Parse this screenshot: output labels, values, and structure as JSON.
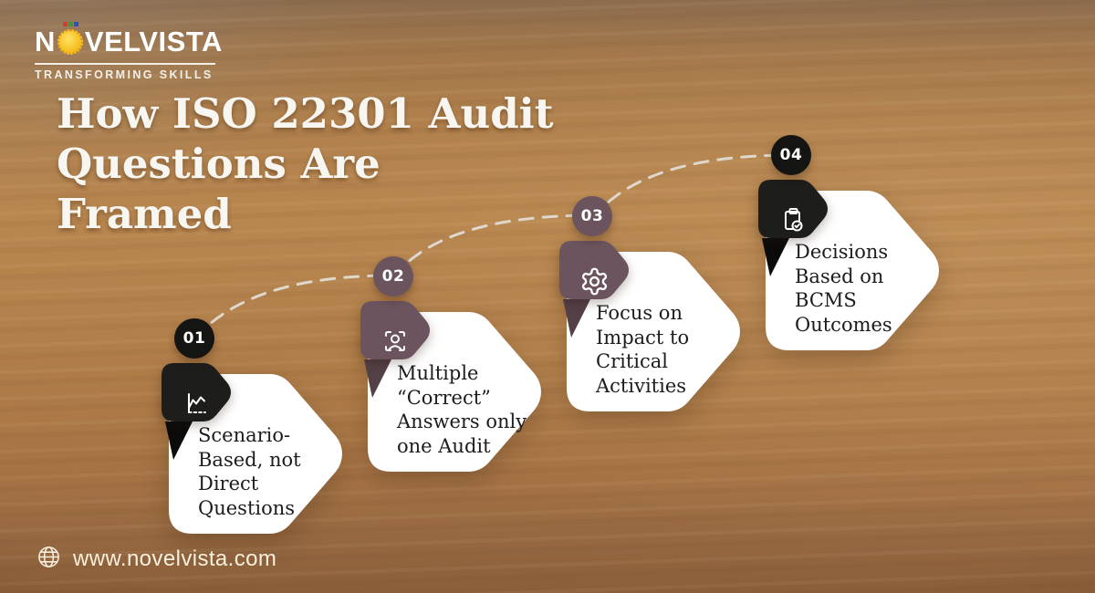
{
  "brand": {
    "full_name": "NOVELVISTA",
    "name_prefix": "N",
    "name_suffix": "VELVISTA",
    "tagline": "TRANSFORMING SKILLS"
  },
  "title": "How ISO 22301 Audit Questions Are Framed",
  "title_lines": [
    "How ISO 22301 Audit",
    "Questions Are",
    "Framed"
  ],
  "steps": [
    {
      "number": "01",
      "label": "Scenario-Based, not Direct Questions",
      "icon": "line-chart-icon",
      "theme": "dark"
    },
    {
      "number": "02",
      "label": "Multiple “Correct” Answers only one Audit",
      "icon": "user-focus-icon",
      "theme": "mauve"
    },
    {
      "number": "03",
      "label": "Focus on Impact to Critical Activities",
      "icon": "gear-icon",
      "theme": "mauve"
    },
    {
      "number": "04",
      "label": "Decisions Based on BCMS Outcomes",
      "icon": "clipboard-check-icon",
      "theme": "dark"
    }
  ],
  "footer": {
    "website": "www.novelvista.com"
  },
  "colors": {
    "step_dark": "#1d1d1b",
    "step_mauve": "#6b545e",
    "card_background": "#ffffff",
    "dashed_line": "#e0dcd5",
    "title_text": "#f8f6f0",
    "card_text": "#1c1c1c",
    "background_wood": "#b2804f",
    "sun_yellow": "#f4bd1e",
    "footer_text": "#f8efdd"
  }
}
